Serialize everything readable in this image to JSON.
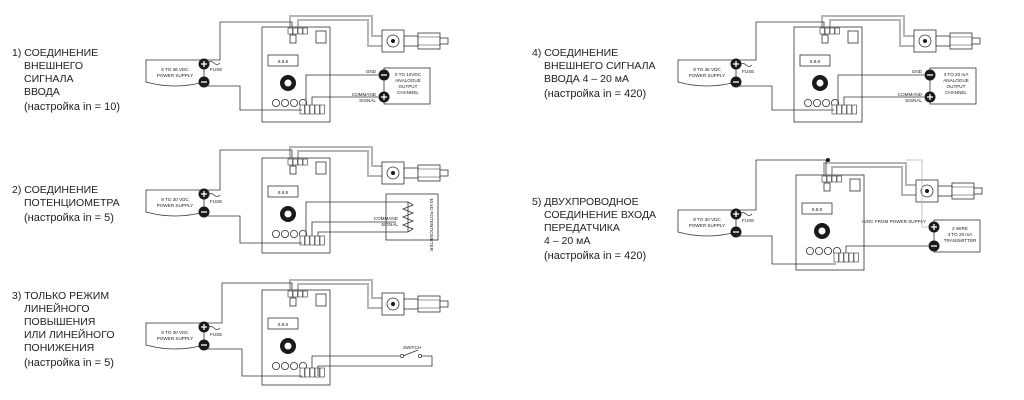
{
  "captions": [
    {
      "num": "1)",
      "lines": [
        "СОЕДИНЕНИЕ",
        "ВНЕШНЕГО",
        "СИГНАЛА",
        "ВВОДА"
      ],
      "setting": "(настройка in = 10)"
    },
    {
      "num": "2)",
      "lines": [
        "СОЕДИНЕНИЕ",
        "ПОТЕНЦИОМЕТРА"
      ],
      "setting": "(настройка in = 5)"
    },
    {
      "num": "3)",
      "lines": [
        "ТОЛЬКО РЕЖИМ",
        "ЛИНЕЙНОГО",
        "ПОВЫШЕНИЯ",
        "ИЛИ ЛИНЕЙНОГО",
        "ПОНИЖЕНИЯ"
      ],
      "setting": "(настройка in = 5)"
    },
    {
      "num": "4)",
      "lines": [
        "СОЕДИНЕНИЕ",
        "ВНЕШНЕГО СИГНАЛА",
        "ВВОДА 4 – 20 мА"
      ],
      "setting": "(настройка in = 420)"
    },
    {
      "num": "5)",
      "lines": [
        "ДВУХПРОВОДНОЕ",
        "СОЕДИНЕНИЕ ВХОДА",
        "ПЕРЕДАТЧИКА",
        "4 – 20 мА"
      ],
      "setting": "(настройка in = 420)"
    }
  ],
  "labels": {
    "power_supply_36": [
      "9 TO 36 VDC",
      "POWER SUPPLY"
    ],
    "power_supply_30": [
      "9 TO 30 VDC",
      "POWER SUPPLY"
    ],
    "fuse": "FUSE",
    "gnd": "GND",
    "command_signal": [
      "COMMAND",
      "SIGNAL"
    ],
    "analogue_0_10": [
      "0 TO 10VDC",
      "ANALOGUE",
      "OUTPUT",
      "CHANNEL"
    ],
    "analogue_4_20": [
      "4 TO 20 mA",
      "ANALOGUE",
      "OUTPUT",
      "CHANNEL"
    ],
    "potentiometer": "10 kΩ POTENTIOMETER",
    "switch": "SWITCH",
    "vdc_from_ps": "+VDC FROM POWER SUPPLY",
    "transmitter": [
      "2 WIRE",
      "4 TO 20 mA",
      "TRANSMITTER"
    ],
    "display": "8.8.8"
  },
  "colors": {
    "line": "#333333",
    "light_line": "#b5b5b5",
    "fill": "#ffffff",
    "dark": "#1a1a1a"
  }
}
